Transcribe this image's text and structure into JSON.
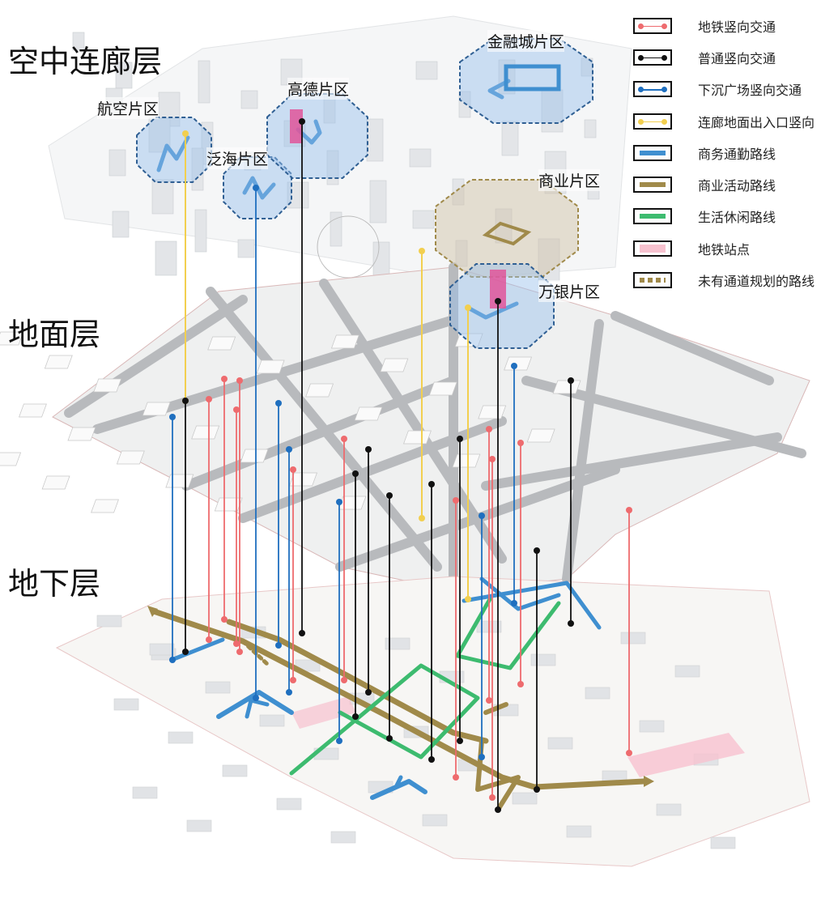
{
  "layers": {
    "sky": "空中连廊层",
    "ground": "地面层",
    "underground": "地下层"
  },
  "zones": [
    {
      "id": "hangkong",
      "label": "航空片区"
    },
    {
      "id": "fanhai",
      "label": "泛海片区"
    },
    {
      "id": "gaode",
      "label": "高德片区"
    },
    {
      "id": "jinrongcheng",
      "label": "金融城片区"
    },
    {
      "id": "shangye",
      "label": "商业片区"
    },
    {
      "id": "wanyin",
      "label": "万银片区"
    }
  ],
  "legend": [
    {
      "label": "地铁竖向交通",
      "kind": "dotline",
      "color": "#ee6b6e"
    },
    {
      "label": "普通竖向交通",
      "kind": "dotline",
      "color": "#111111"
    },
    {
      "label": "下沉广场竖向交通",
      "kind": "dotline",
      "color": "#1f6fbf"
    },
    {
      "label": "连廊地面出入口竖向",
      "kind": "dotline",
      "color": "#f2cf4f"
    },
    {
      "label": "商务通勤路线",
      "kind": "bar",
      "color": "#3f8fd0"
    },
    {
      "label": "商业活动路线",
      "kind": "bar",
      "color": "#a08a4a"
    },
    {
      "label": "生活休闲路线",
      "kind": "bar",
      "color": "#3dbb6f"
    },
    {
      "label": "地铁站点",
      "kind": "bar-pink",
      "color": "#f7c2cf"
    },
    {
      "label": "未有通道规划的路线",
      "kind": "dashed",
      "color": "#a08a4a"
    }
  ],
  "colors": {
    "metro": "#ee6b6e",
    "normal": "#111111",
    "sunken": "#1f6fbf",
    "corridor": "#f2cf4f",
    "business": "#3f8fd0",
    "commerce": "#a08a4a",
    "leisure": "#3dbb6f",
    "station": "#e0559a"
  }
}
